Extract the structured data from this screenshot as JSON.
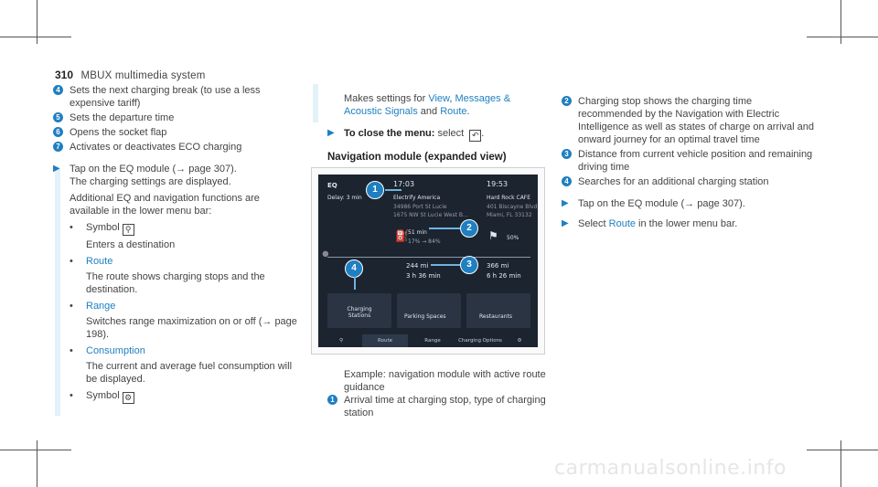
{
  "header": {
    "page_number": "310",
    "section": "MBUX multimedia system"
  },
  "col1": {
    "items": [
      {
        "num": "4",
        "text": "Sets the next charging break (to use a less expensive tariff)"
      },
      {
        "num": "5",
        "text": "Sets the departure time"
      },
      {
        "num": "6",
        "text": "Opens the socket flap"
      },
      {
        "num": "7",
        "text": "Activates or deactivates ECO charging"
      }
    ],
    "step_text": "Tap on the EQ module (→ page 307).",
    "step_sub": "The charging settings are displayed.",
    "para": "Additional EQ and navigation functions are available in the lower menu bar:",
    "bullets": [
      {
        "label": "Symbol",
        "desc": "Enters a destination",
        "icon": "search-icon",
        "blue": false
      },
      {
        "label": "Route",
        "desc": "The route shows charging stops and the destination.",
        "blue": true
      },
      {
        "label": "Range",
        "desc": "Switches range maximization on or off (→ page 198).",
        "blue": true
      },
      {
        "label": "Consumption",
        "desc": "The current and average fuel consumption will be displayed.",
        "blue": true
      },
      {
        "label": "Symbol",
        "desc": "",
        "icon": "gear-icon",
        "blue": false
      }
    ]
  },
  "col2": {
    "intro_a": "Makes settings for ",
    "link_view": "View",
    "sep1": ", ",
    "link_messages": "Messages & Acoustic Signals",
    "intro_b": " and ",
    "link_route": "Route",
    "intro_c": ".",
    "close_label": "To close the menu:",
    "close_text": " select",
    "heading": "Navigation module (expanded view)",
    "caption": "Example: navigation module with active route guidance",
    "legend1_num": "1",
    "legend1_text": "Arrival time at charging stop, type of charging station"
  },
  "screen": {
    "eq": "EQ",
    "delay": "Delay: 3 min",
    "t1": "17:03",
    "place1": "Electrify America",
    "addr1a": "34986 Port St Lucie",
    "addr1b": "1675 NW St Lucie West B...",
    "t2": "19:53",
    "place2": "Hard Rock CAFE",
    "addr2a": "401 Biscayne Blvd",
    "addr2b": "Miami, FL 33132",
    "charge_time": "51 min",
    "charge_pct": "17% → 84%",
    "arr_pct": "50%",
    "dist1": "244 mi",
    "time1": "3 h 36 min",
    "dist2": "366 mi",
    "time2": "6 h 26 min",
    "card1": "Charging Stations",
    "card2": "Parking Spaces",
    "card3": "Restaurants",
    "tab_route": "Route",
    "tab_range": "Range",
    "tab_options": "Charging Options",
    "callouts": [
      "1",
      "2",
      "3",
      "4"
    ]
  },
  "col3": {
    "items": [
      {
        "num": "2",
        "text": "Charging stop shows the charging time recommended by the Navigation with Electric Intelligence as well as states of charge on arrival and onward journey for an optimal travel time"
      },
      {
        "num": "3",
        "text": "Distance from current vehicle position and remaining driving time"
      },
      {
        "num": "4",
        "text": "Searches for an additional charging station"
      }
    ],
    "step1": "Tap on the EQ module (→ page 307).",
    "step2_a": "Select ",
    "step2_link": "Route",
    "step2_b": " in the lower menu bar."
  },
  "colors": {
    "accent": "#1f7fc1",
    "bar": "#e3f1f9"
  }
}
